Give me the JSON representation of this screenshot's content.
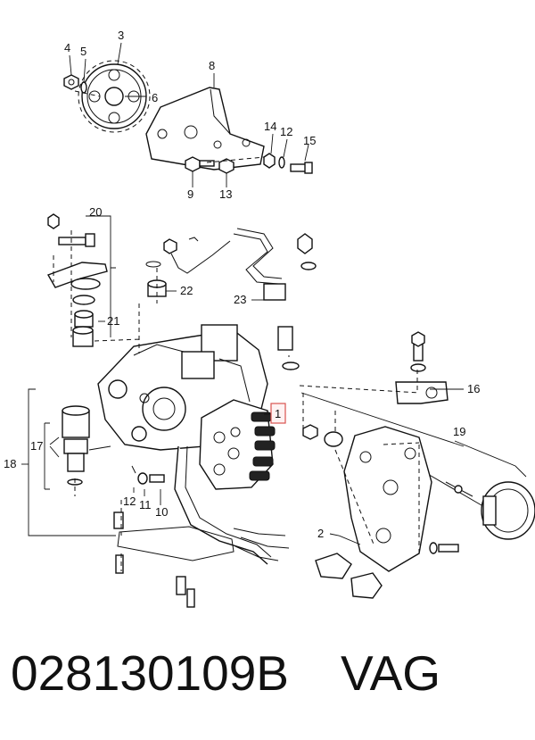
{
  "callouts": {
    "c1": "1",
    "c2": "2",
    "c3": "3",
    "c4": "4",
    "c5": "5",
    "c6": "6",
    "c8": "8",
    "c9": "9",
    "c10": "10",
    "c11": "11",
    "c12a": "12",
    "c12b": "12",
    "c13": "13",
    "c14": "14",
    "c15": "15",
    "c16": "16",
    "c17": "17",
    "c18": "18",
    "c19": "19",
    "c20": "20",
    "c21": "21",
    "c22": "22",
    "c23": "23"
  },
  "footer": {
    "part_number": "028130109B",
    "brand": "VAG"
  }
}
